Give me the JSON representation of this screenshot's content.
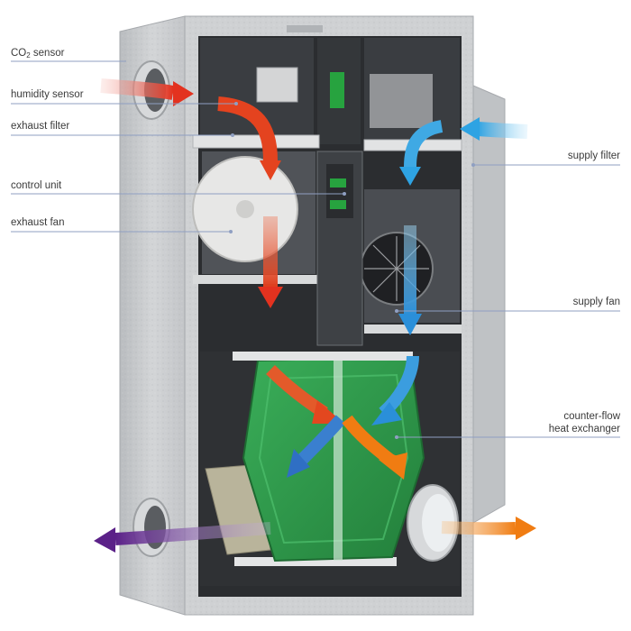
{
  "labels": {
    "co2_prefix": "CO",
    "co2_sub": "2",
    "co2_suffix": " sensor",
    "humidity_sensor": "humidity sensor",
    "exhaust_filter": "exhaust filter",
    "control_unit": "control unit",
    "exhaust_fan": "exhaust fan",
    "supply_filter": "supply filter",
    "supply_fan": "supply fan",
    "hex_line1": "counter-flow",
    "hex_line2": "heat exchanger"
  },
  "colors": {
    "extract_air": "#e3321f",
    "supply_air": "#2ea3e3",
    "exhaust_air": "#6b2c91",
    "outdoor_warm_air": "#f07c12",
    "heat_exchanger": "#2c9a4a",
    "casing": "#c9cbcd",
    "leader_line": "#8f9fc2"
  }
}
